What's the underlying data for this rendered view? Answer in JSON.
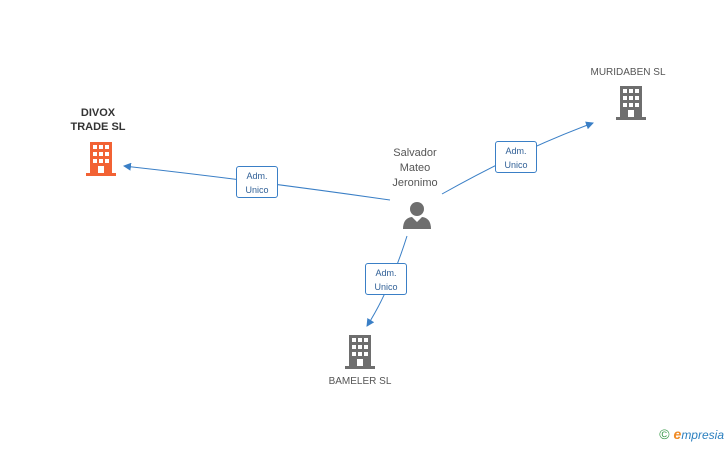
{
  "colors": {
    "edge": "#3a7fc6",
    "focus_company": "#f26234",
    "company": "#6e6e6e",
    "person": "#6e6e6e"
  },
  "nodes": {
    "divox": {
      "label_line1": "DIVOX",
      "label_line2": "TRADE SL",
      "icon": "building-icon"
    },
    "muridaben": {
      "label": "MURIDABEN SL",
      "icon": "building-icon"
    },
    "bameler": {
      "label": "BAMELER SL",
      "icon": "building-icon"
    },
    "person": {
      "label_line1": "Salvador",
      "label_line2": "Mateo",
      "label_line3": "Jeronimo",
      "icon": "person-icon"
    }
  },
  "edges": [
    {
      "id": "to-divox",
      "line1": "Adm.",
      "line2": "Unico"
    },
    {
      "id": "to-muridaben",
      "line1": "Adm.",
      "line2": "Unico"
    },
    {
      "id": "to-bameler",
      "line1": "Adm.",
      "line2": "Unico"
    }
  ],
  "brand": {
    "copyright": "©",
    "e_letter": "e",
    "rest": "mpresia"
  }
}
